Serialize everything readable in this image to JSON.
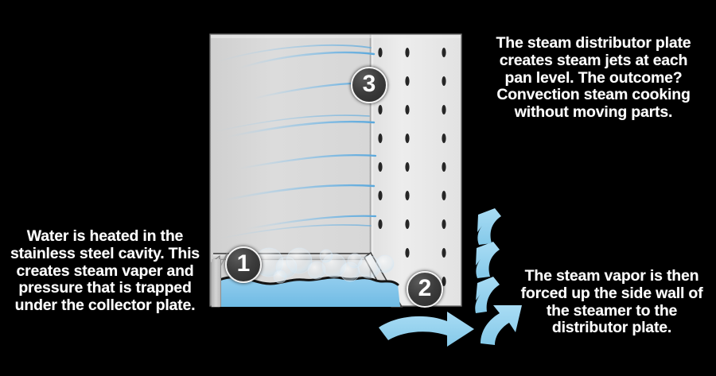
{
  "diagram": {
    "title": "Convection steamer cross-section",
    "background_color": "#000000"
  },
  "colors": {
    "background": "#000000",
    "text": "#ffffff",
    "cabinet_body": "#d8d8d8",
    "distributor_plate": "#e9e9e9",
    "water": "#7ec3e8",
    "steam_stream": "#8ec5e8",
    "arrow": "#95d4ef",
    "badge_fill": "#3c3c3c",
    "badge_ring": "#f2f2f2",
    "perforation": "#262626",
    "waterline": "#111111"
  },
  "callouts": {
    "bottom_left": {
      "text": "Water is heated in the\nstainless steel cavity. This\ncreates steam vaper and\npressure that is trapped\nunder the collector plate.",
      "step": "1"
    },
    "bottom_right": {
      "text": "The steam vapor is then\nforced up the side wall of\nthe steamer to the\ndistributor plate.",
      "step": "2"
    },
    "top_right": {
      "text": "The steam distributor plate\ncreates steam jets at each\npan level. The outcome?\nConvection steam cooking\nwithout moving parts.",
      "step": "3"
    }
  },
  "badges": [
    {
      "label": "1",
      "name": "step-badge-1"
    },
    {
      "label": "2",
      "name": "step-badge-2"
    },
    {
      "label": "3",
      "name": "step-badge-3"
    }
  ],
  "components": {
    "cabinet": "stainless steel cavity",
    "collector_plate": "collector plate",
    "distributor_plate": "steam distributor plate",
    "water_reservoir": "heated water",
    "perforation_columns": 3,
    "perforation_rows": 10,
    "steam_jet_count": 8,
    "side_arrow_count": 3,
    "bottom_arrow_count": 2
  }
}
